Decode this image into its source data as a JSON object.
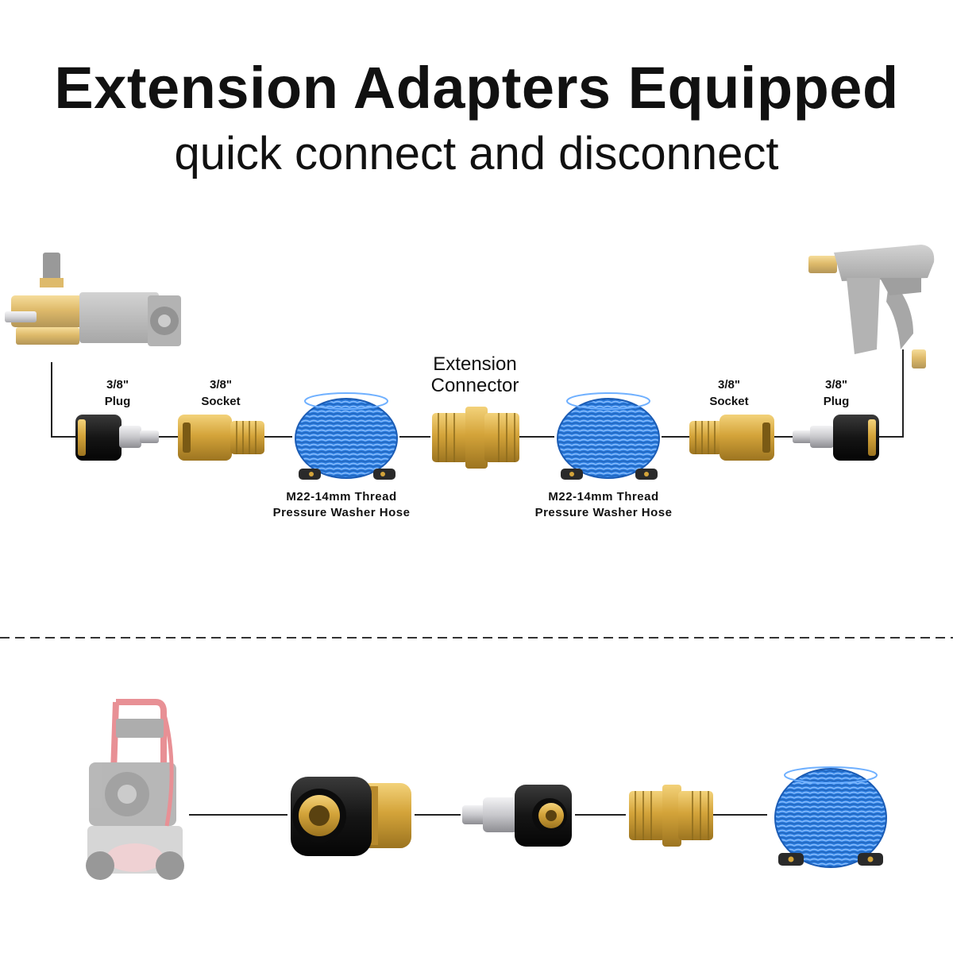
{
  "header": {
    "title": "Extension Adapters Equipped",
    "subtitle": "quick connect and disconnect"
  },
  "diagram_top": {
    "labels": {
      "plug_left_size": "3/8\"",
      "plug_left_name": "Plug",
      "socket_left_size": "3/8\"",
      "socket_left_name": "Socket",
      "connector_line1": "Extension",
      "connector_line2": "Connector",
      "socket_right_size": "3/8\"",
      "socket_right_name": "Socket",
      "plug_right_size": "3/8\"",
      "plug_right_name": "Plug",
      "hose_left_line1": "M22-14mm Thread",
      "hose_left_line2": "Pressure Washer Hose",
      "hose_right_line1": "M22-14mm Thread",
      "hose_right_line2": "Pressure Washer Hose"
    }
  },
  "colors": {
    "brass": "#d4a43a",
    "hose_blue": "#2f7fe0",
    "black_part": "#1a1a1a",
    "steel": "#c8c8cc",
    "gray_equipment": "#9a9a9a",
    "frame_red": "#d9484f"
  }
}
